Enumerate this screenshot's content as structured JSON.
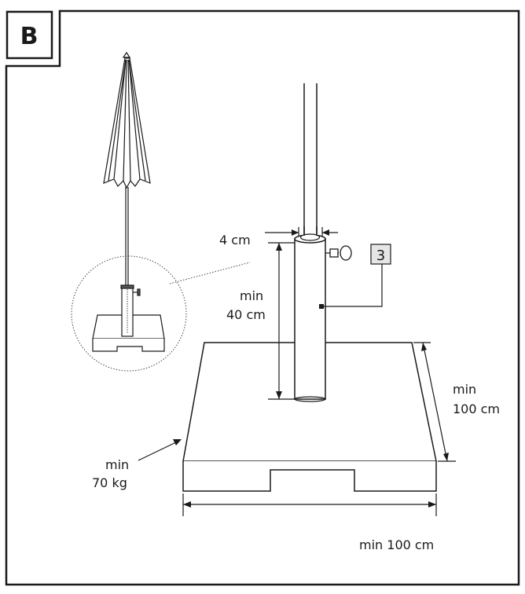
{
  "figure": {
    "panel_letter": "B"
  },
  "labels": {
    "pole_diameter": "4 cm",
    "insertion_depth_line1": "min",
    "insertion_depth_line2": "40 cm",
    "base_weight_line1": "min",
    "base_weight_line2": "70 kg",
    "base_depth_line1": "min",
    "base_depth_line2": "100 cm",
    "base_width": "min 100 cm",
    "part_number": "3"
  },
  "colors": {
    "line": "#1a1a1a",
    "background": "#ffffff",
    "callout_fill": "#e6e6e6"
  }
}
